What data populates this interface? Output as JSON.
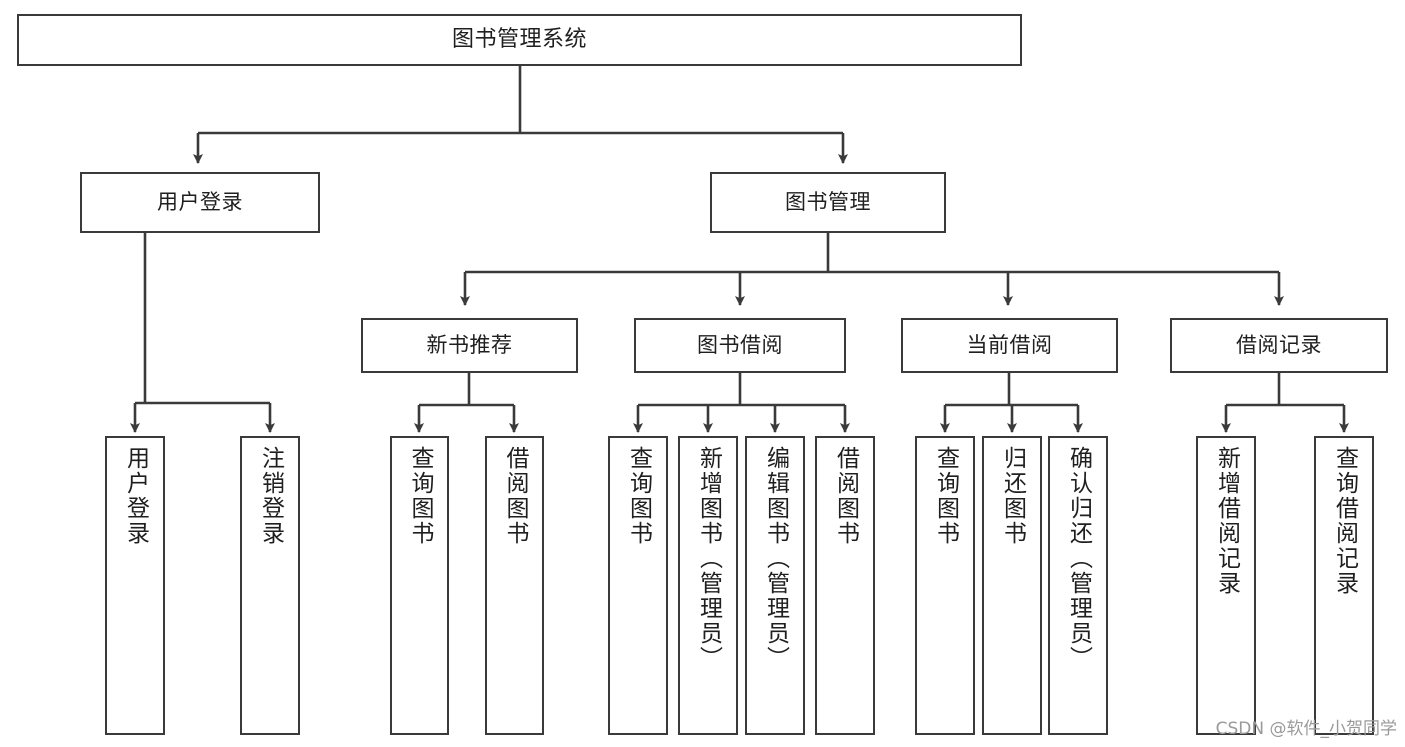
{
  "diagram": {
    "type": "tree",
    "title": "图书管理系统",
    "root": {
      "label": "图书管理系统"
    },
    "level2": [
      {
        "label": "用户登录"
      },
      {
        "label": "图书管理"
      }
    ],
    "level3": [
      {
        "label": "新书推荐"
      },
      {
        "label": "图书借阅"
      },
      {
        "label": "当前借阅"
      },
      {
        "label": "借阅记录"
      }
    ],
    "leaves": {
      "user_login": [
        {
          "label": "用户登录"
        },
        {
          "label": "注销登录"
        }
      ],
      "new_book_recommend": [
        {
          "label": "查询图书"
        },
        {
          "label": "借阅图书"
        }
      ],
      "book_borrow": [
        {
          "label": "查询图书"
        },
        {
          "label": "新增图书（管理员）"
        },
        {
          "label": "编辑图书（管理员）"
        },
        {
          "label": "借阅图书"
        }
      ],
      "current_borrow": [
        {
          "label": "查询图书"
        },
        {
          "label": "归还图书"
        },
        {
          "label": "确认归还（管理员）"
        }
      ],
      "borrow_record": [
        {
          "label": "新增借阅记录"
        },
        {
          "label": "查询借阅记录"
        }
      ]
    }
  },
  "watermark": {
    "text": "CSDN @软件_小贺同学"
  },
  "colors": {
    "stroke": "#3a3a3a",
    "background": "#ffffff",
    "text": "#1f1f1f",
    "watermark": "#9a9a9a"
  }
}
